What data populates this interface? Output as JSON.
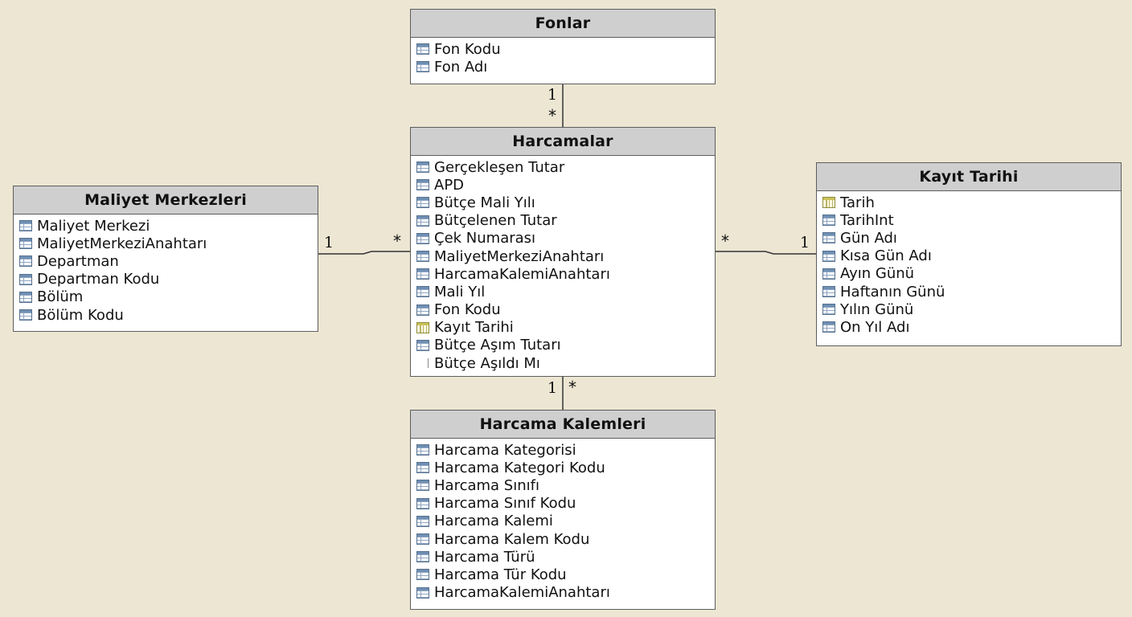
{
  "tables": {
    "fonlar": {
      "title": "Fonlar",
      "fields": [
        {
          "label": "Fon Kodu",
          "icon": "column-icon"
        },
        {
          "label": "Fon Adı",
          "icon": "column-icon"
        }
      ]
    },
    "harcamalar": {
      "title": "Harcamalar",
      "fields": [
        {
          "label": "Gerçekleşen Tutar",
          "icon": "column-icon"
        },
        {
          "label": "APD",
          "icon": "column-icon"
        },
        {
          "label": "Bütçe Mali Yılı",
          "icon": "column-icon"
        },
        {
          "label": "Bütçelenen Tutar",
          "icon": "column-icon"
        },
        {
          "label": "Çek Numarası",
          "icon": "column-icon"
        },
        {
          "label": "MaliyetMerkeziAnahtarı",
          "icon": "column-icon"
        },
        {
          "label": "HarcamaKalemiAnahtarı",
          "icon": "column-icon"
        },
        {
          "label": "Mali Yıl",
          "icon": "column-icon"
        },
        {
          "label": "Fon Kodu",
          "icon": "column-icon"
        },
        {
          "label": "Kayıt Tarihi",
          "icon": "date-column-icon"
        },
        {
          "label": "Bütçe Aşım Tutarı",
          "icon": "column-icon"
        },
        {
          "label": "Bütçe Aşıldı Mı",
          "icon": "boolean-column-icon"
        }
      ]
    },
    "maliyet_merkezleri": {
      "title": "Maliyet Merkezleri",
      "fields": [
        {
          "label": "Maliyet Merkezi",
          "icon": "column-icon"
        },
        {
          "label": "MaliyetMerkeziAnahtarı",
          "icon": "column-icon"
        },
        {
          "label": "Departman",
          "icon": "column-icon"
        },
        {
          "label": "Departman Kodu",
          "icon": "column-icon"
        },
        {
          "label": "Bölüm",
          "icon": "column-icon"
        },
        {
          "label": "Bölüm Kodu",
          "icon": "column-icon"
        }
      ]
    },
    "kayit_tarihi": {
      "title": "Kayıt Tarihi",
      "fields": [
        {
          "label": "Tarih",
          "icon": "date-column-icon"
        },
        {
          "label": "TarihInt",
          "icon": "column-icon"
        },
        {
          "label": "Gün Adı",
          "icon": "column-icon"
        },
        {
          "label": "Kısa Gün Adı",
          "icon": "column-icon"
        },
        {
          "label": "Ayın Günü",
          "icon": "column-icon"
        },
        {
          "label": "Haftanın Günü",
          "icon": "column-icon"
        },
        {
          "label": "Yılın Günü",
          "icon": "column-icon"
        },
        {
          "label": "On Yıl Adı",
          "icon": "column-icon"
        }
      ]
    },
    "harcama_kalemleri": {
      "title": "Harcama Kalemleri",
      "fields": [
        {
          "label": "Harcama Kategorisi",
          "icon": "column-icon"
        },
        {
          "label": "Harcama Kategori Kodu",
          "icon": "column-icon"
        },
        {
          "label": "Harcama Sınıfı",
          "icon": "column-icon"
        },
        {
          "label": "Harcama Sınıf Kodu",
          "icon": "column-icon"
        },
        {
          "label": "Harcama Kalemi",
          "icon": "column-icon"
        },
        {
          "label": "Harcama Kalem Kodu",
          "icon": "column-icon"
        },
        {
          "label": "Harcama Türü",
          "icon": "column-icon"
        },
        {
          "label": "Harcama Tür Kodu",
          "icon": "column-icon"
        },
        {
          "label": "HarcamaKalemiAnahtarı",
          "icon": "column-icon"
        }
      ]
    }
  },
  "relationships": [
    {
      "from": "fonlar",
      "to": "harcamalar",
      "one": "1",
      "many": "*"
    },
    {
      "from": "maliyet_merkezleri",
      "to": "harcamalar",
      "one": "1",
      "many": "*"
    },
    {
      "from": "kayit_tarihi",
      "to": "harcamalar",
      "one": "1",
      "many": "*"
    },
    {
      "from": "harcama_kalemleri",
      "to": "harcamalar",
      "one": "1",
      "many": "*"
    }
  ],
  "colors": {
    "background": "#ece6d3",
    "header": "#cfcfcf",
    "border": "#5d5d5d",
    "connector": "#333333"
  }
}
